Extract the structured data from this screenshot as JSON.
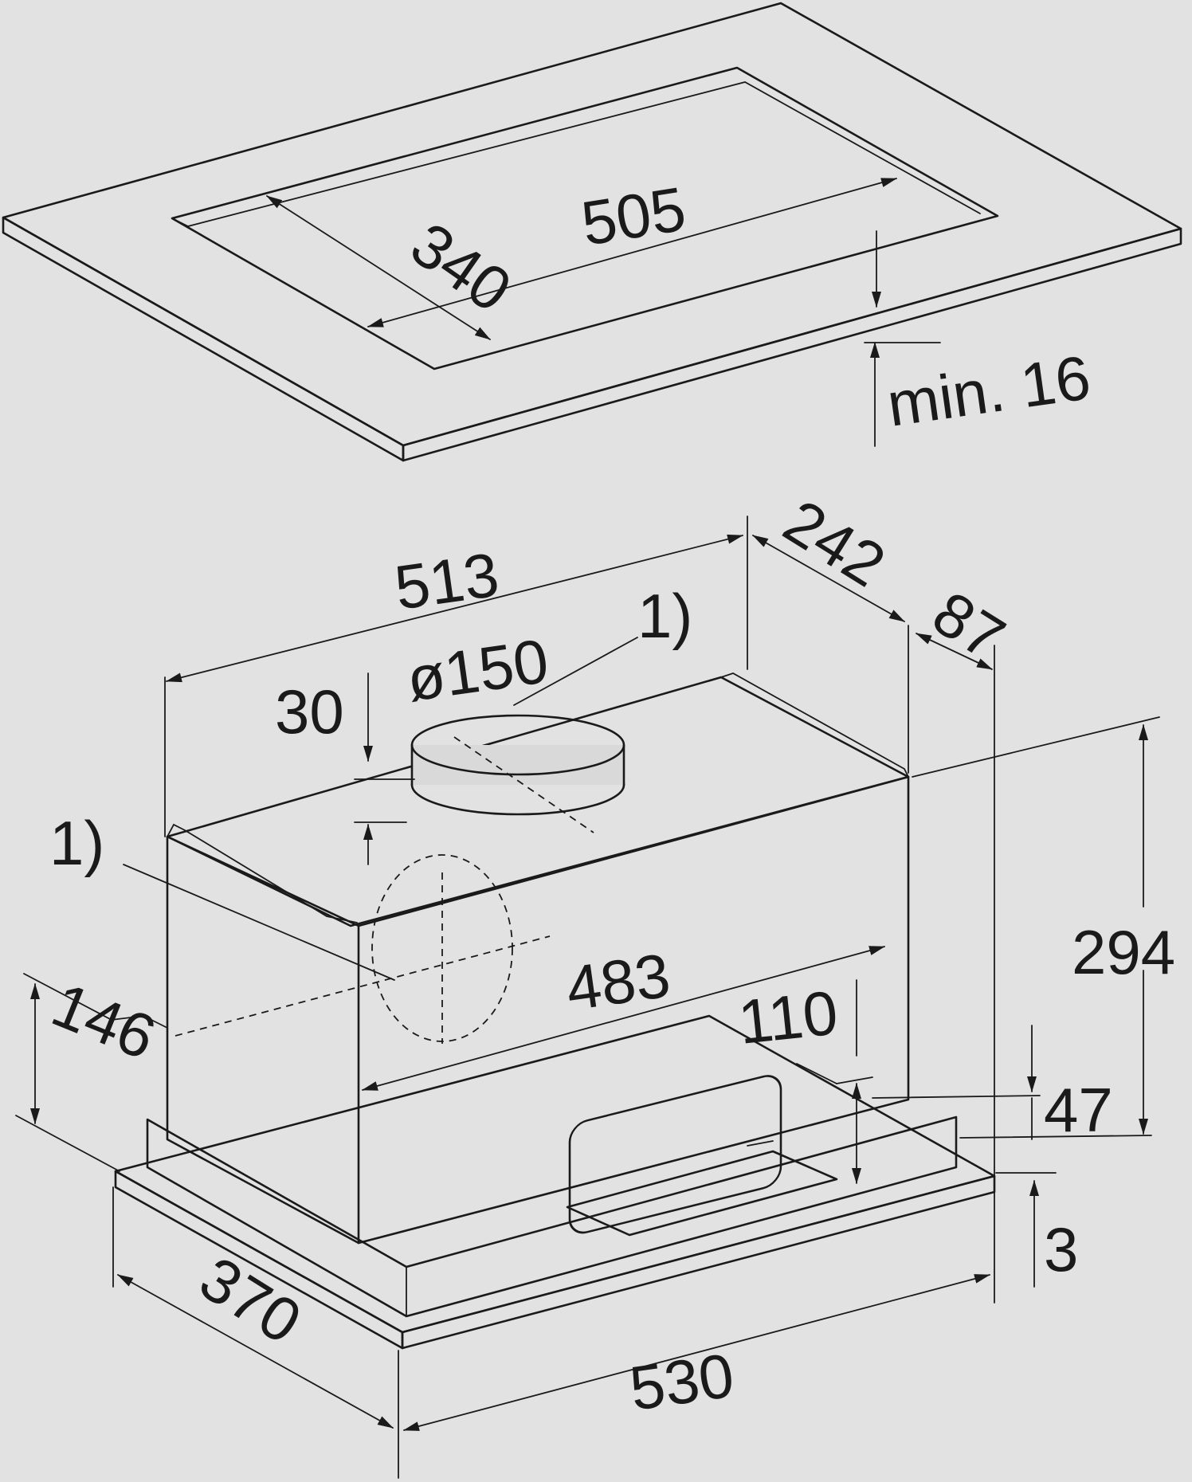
{
  "cutout": {
    "depth": "340",
    "width": "505",
    "min_thickness": "min. 16"
  },
  "unit": {
    "top_width": "513",
    "top_depth": "242",
    "rear_offset": "87",
    "spigot_diameter": "ø150",
    "spigot_height": "30",
    "connection_note_top": "1)",
    "connection_note_side": "1)",
    "body_height": "294",
    "inner_width": "483",
    "grip_height": "110",
    "frame_height": "47",
    "panel_gap": "3",
    "side_height": "146",
    "panel_depth": "370",
    "panel_width": "530"
  },
  "colors": {
    "background": "#e2e2e2",
    "surface": "#cdcdcd",
    "body": "#d9d9d9",
    "cutout": "#ffffff",
    "line": "#1a1a1a"
  }
}
